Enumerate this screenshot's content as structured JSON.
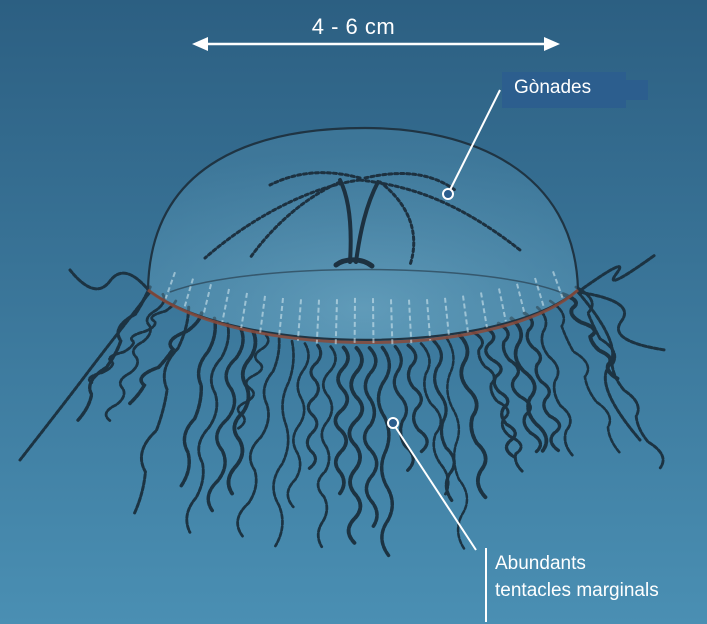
{
  "size_label": "4 - 6 cm",
  "labels": {
    "gonads": "Gònades",
    "tentacles_line1": "Abundants",
    "tentacles_line2": "tentacles marginals"
  },
  "colors": {
    "water_top": "#2c5f82",
    "water_bottom": "#4a90b4",
    "label_box": "#2c5e8e",
    "arrow": "#ffffff",
    "outline": "#1a2d3a"
  }
}
